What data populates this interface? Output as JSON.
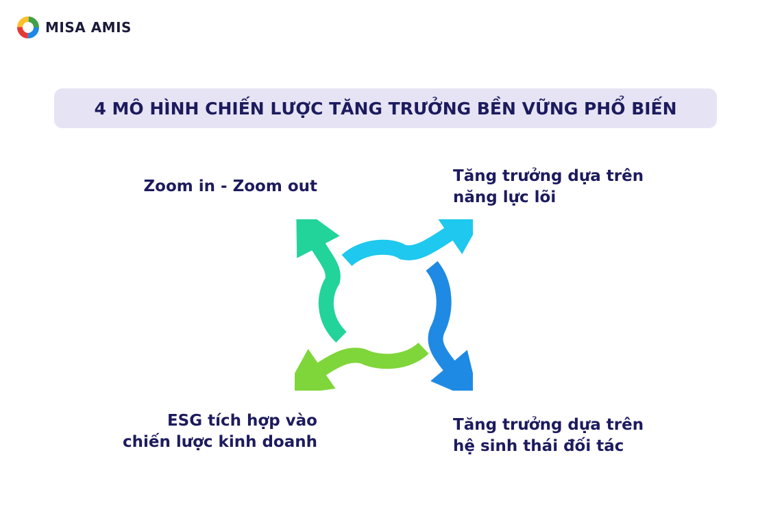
{
  "logo": {
    "text": "MISA AMIS",
    "icon": "misa-amis-logo-icon"
  },
  "title": "4 MÔ HÌNH CHIẾN LƯỢC TĂNG TRƯỞNG BỀN VỮNG PHỔ BIẾN",
  "models": [
    {
      "position": "top-left",
      "lines": [
        "Zoom in - Zoom out"
      ],
      "color": "#22d39a"
    },
    {
      "position": "top-right",
      "lines": [
        "Tăng trưởng dựa trên",
        "năng lực lõi"
      ],
      "color": "#1ec8ee"
    },
    {
      "position": "bottom-right",
      "lines": [
        "Tăng trưởng dựa trên",
        "hệ sinh thái đối tác"
      ],
      "color": "#1f8ae3"
    },
    {
      "position": "bottom-left",
      "lines": [
        "ESG tích hợp vào",
        "chiến lược kinh doanh"
      ],
      "color": "#7fd63a"
    }
  ],
  "colors": {
    "title_background": "#e6e4f4",
    "title_text": "#1d1b5e",
    "label_text": "#1d1b5e"
  }
}
